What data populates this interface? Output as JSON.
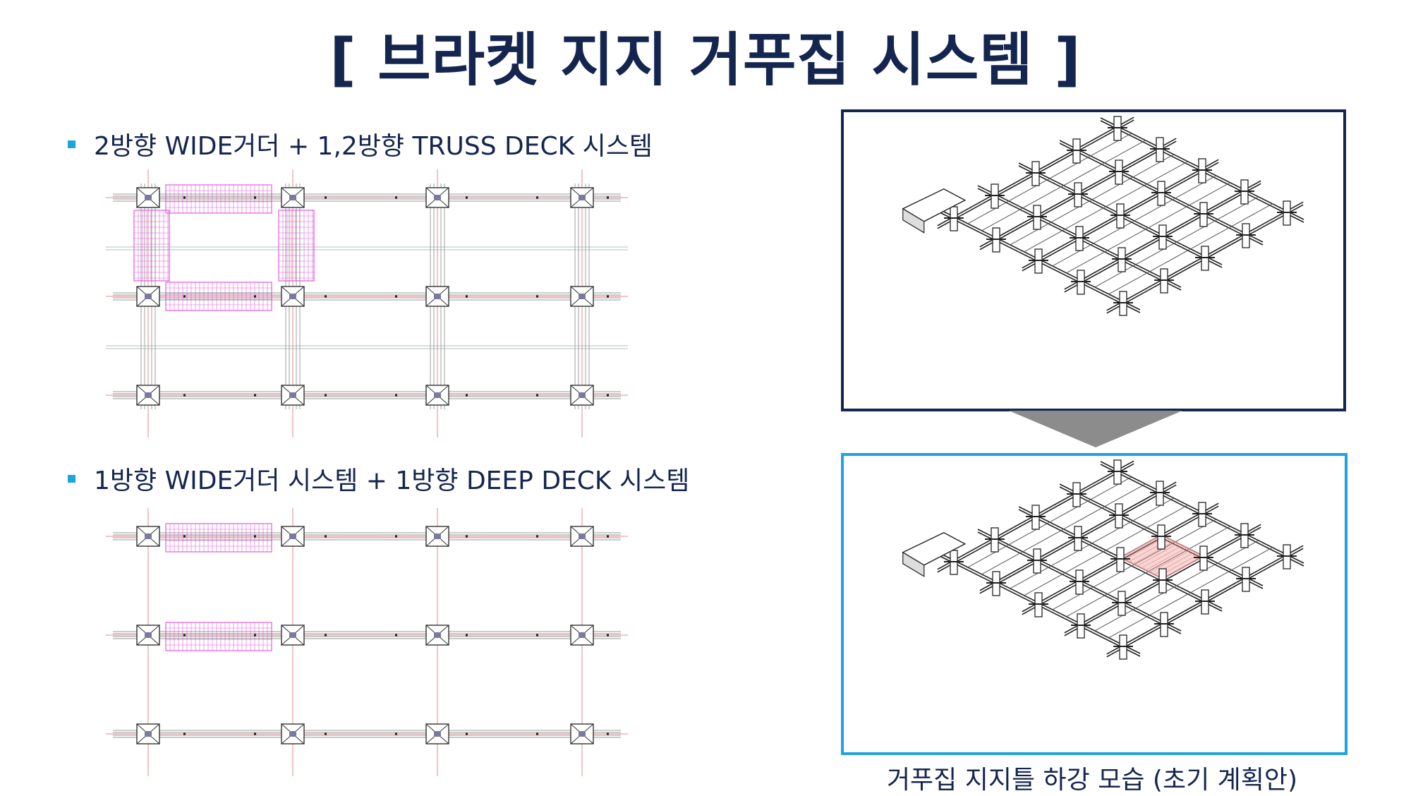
{
  "title": "[ 브라켓 지지 거푸집 시스템 ]",
  "sections": [
    {
      "label": "2방향 WIDE거더 + 1,2방향 TRUSS DECK 시스템"
    },
    {
      "label": "1방향 WIDE거더 시스템 + 1방향 DEEP DECK 시스템"
    }
  ],
  "caption": "거푸집 지지틀 하강 모습 (초기 계획안)",
  "colors": {
    "title": "#14254f",
    "text": "#14254f",
    "bullet": "#1fa3dc",
    "frame_top": "#14254f",
    "frame_bottom": "#1fa3dc",
    "arrow": "#8c8c8c",
    "drawing_pink": "#e45ae0",
    "drawing_red": "#e88a8a"
  },
  "icons": {
    "bullet": "square-bullet-icon",
    "arrow": "down-arrow-icon"
  }
}
